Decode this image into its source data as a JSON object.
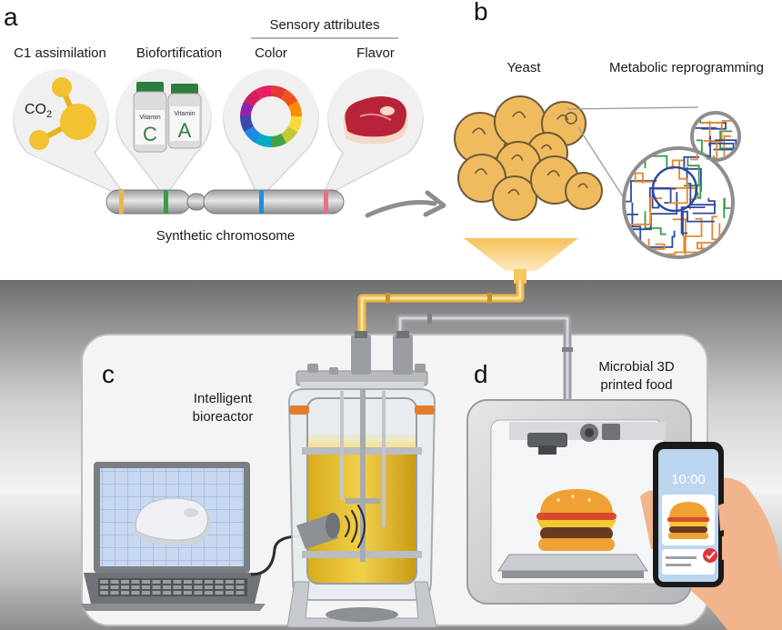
{
  "panels": {
    "a": "a",
    "b": "b",
    "c": "c",
    "d": "d"
  },
  "panel_a": {
    "heading_c1": "C1 assimilation",
    "heading_biofort": "Biofortification",
    "heading_sensory": "Sensory attributes",
    "heading_color": "Color",
    "heading_flavor": "Flavor",
    "co2_main": "CO",
    "co2_sub": "2",
    "vitamin_word": "Vitamin",
    "vitamin_c": "C",
    "vitamin_a": "A",
    "chromosome_label": "Synthetic chromosome",
    "band_colors": [
      "#f2b543",
      "#3a9a48",
      "#1e8ee0",
      "#e8708a"
    ]
  },
  "panel_b": {
    "yeast_label": "Yeast",
    "reprogramming_label": "Metabolic reprogramming"
  },
  "panel_c": {
    "bioreactor_line1": "Intelligent",
    "bioreactor_line2": "bioreactor"
  },
  "panel_d": {
    "printer_line1": "Microbial 3D",
    "printer_line2": "printed food",
    "phone_time": "10:00"
  },
  "colors": {
    "yeast": "#f0bb5e",
    "medium": "#e9c22a",
    "accent_orange": "#e37c2a"
  }
}
